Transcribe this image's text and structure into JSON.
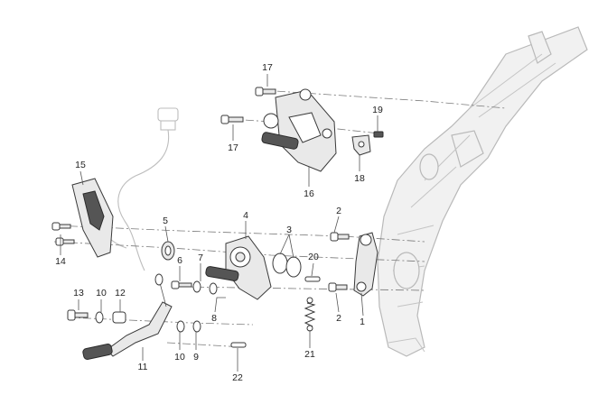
{
  "diagram": {
    "callouts": [
      {
        "id": "c1",
        "label": "1"
      },
      {
        "id": "c2a",
        "label": "2"
      },
      {
        "id": "c2b",
        "label": "2"
      },
      {
        "id": "c3",
        "label": "3"
      },
      {
        "id": "c4",
        "label": "4"
      },
      {
        "id": "c5",
        "label": "5"
      },
      {
        "id": "c6",
        "label": "6"
      },
      {
        "id": "c7",
        "label": "7"
      },
      {
        "id": "c8",
        "label": "8"
      },
      {
        "id": "c9",
        "label": "9"
      },
      {
        "id": "c10a",
        "label": "10"
      },
      {
        "id": "c10b",
        "label": "10"
      },
      {
        "id": "c11",
        "label": "11"
      },
      {
        "id": "c12",
        "label": "12"
      },
      {
        "id": "c13",
        "label": "13"
      },
      {
        "id": "c14",
        "label": "14"
      },
      {
        "id": "c15",
        "label": "15"
      },
      {
        "id": "c16",
        "label": "16"
      },
      {
        "id": "c17a",
        "label": "17"
      },
      {
        "id": "c17b",
        "label": "17"
      },
      {
        "id": "c18",
        "label": "18"
      },
      {
        "id": "c19",
        "label": "19"
      },
      {
        "id": "c20",
        "label": "20"
      },
      {
        "id": "c21",
        "label": "21"
      },
      {
        "id": "c22",
        "label": "22"
      }
    ]
  }
}
